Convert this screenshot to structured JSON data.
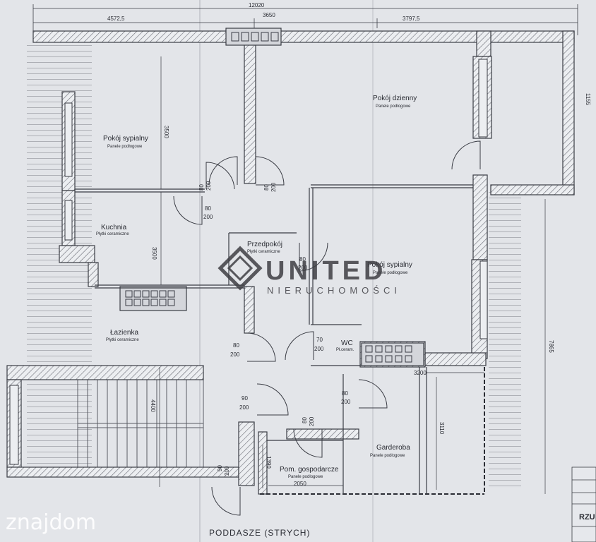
{
  "top_dimensions": {
    "total": "12020",
    "left": "4572,5",
    "middle": "3650",
    "right": "3797,5"
  },
  "right_dimensions": {
    "height": "7865",
    "partial": "1155"
  },
  "rooms": {
    "bedroom_1": {
      "name": "Pokój sypialny",
      "floor": "Panele podłogowe",
      "height_dim": "3500"
    },
    "living_room": {
      "name": "Pokój dzienny",
      "floor": "Panele podłogowe"
    },
    "kitchen": {
      "name": "Kuchnia",
      "floor": "Płytki ceramiczne",
      "height_dim": "3500"
    },
    "hall": {
      "name": "Przedpokój",
      "floor": "Płytki ceramiczne"
    },
    "bedroom_2": {
      "name": "Pokój sypialny",
      "floor": "Panele podłogowe"
    },
    "bathroom": {
      "name": "Łazienka",
      "floor": "Płytki ceramiczne"
    },
    "wc": {
      "name": "WC",
      "floor": "Pł.ceram."
    },
    "wardrobe": {
      "name": "Garderoba",
      "floor": "Panele podłogowe",
      "width_dim": "3200",
      "height_dim": "3110"
    },
    "utility": {
      "name": "Pom. gospodarcze",
      "floor": "Panele podłogowe",
      "width_dim": "2050",
      "height_dim": "1390"
    },
    "stair_dim": "4400"
  },
  "doors": {
    "d1": {
      "w": "80",
      "h": "200"
    },
    "d2": {
      "w": "80",
      "h": "200"
    },
    "d3": {
      "w": "80",
      "h": "200"
    },
    "d4": {
      "w": "80",
      "h": "200"
    },
    "d5": {
      "w": "70",
      "h": "200"
    },
    "d6": {
      "w": "80",
      "h": "200"
    },
    "d7": {
      "w": "90",
      "h": "200"
    },
    "d8": {
      "w": "80",
      "h": "200"
    },
    "d9": {
      "w": "80",
      "h": "200"
    },
    "d10": {
      "w": "90",
      "h": "200"
    }
  },
  "bottom_label": "PODDASZE (STRYCH)",
  "title_block_text": "RZU",
  "watermark": {
    "brand_main": "UNITED",
    "brand_sub": "NIERUCHOMOŚCI",
    "portal": "znajdom"
  },
  "colors": {
    "paper": "#e4e6ea",
    "line": "#3a3c44",
    "hatch": "#6a6c75",
    "watermark_white": "#ffffff"
  }
}
